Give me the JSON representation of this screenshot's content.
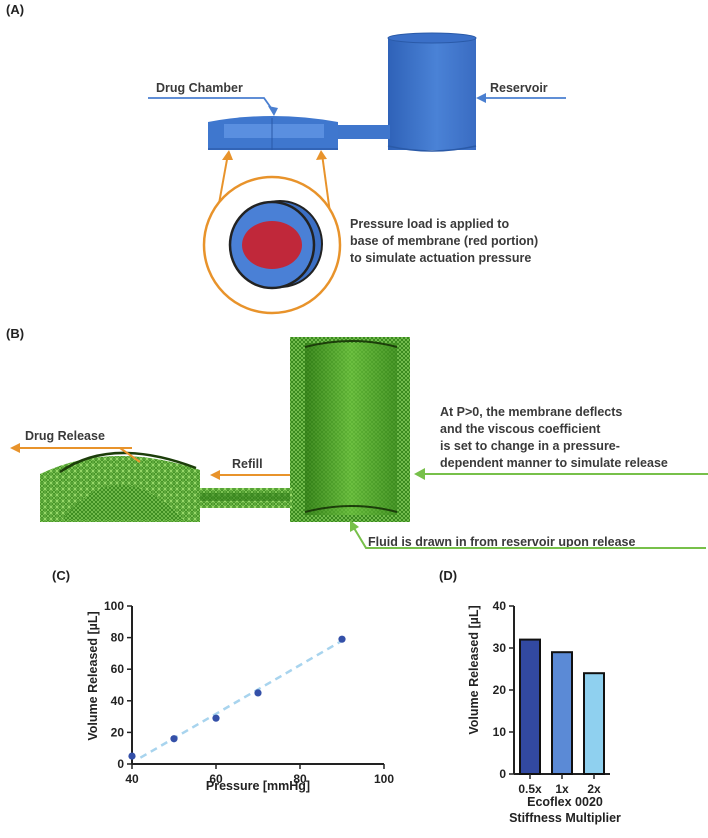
{
  "panels": {
    "a": {
      "label": "(A)",
      "drug_chamber_label": "Drug Chamber",
      "reservoir_label": "Reservoir",
      "pressure_note": [
        "Pressure load is applied to",
        "base of membrane (red portion)",
        "to simulate actuation pressure"
      ]
    },
    "b": {
      "label": "(B)",
      "drug_release_label": "Drug Release",
      "refill_label": "Refill",
      "membrane_note": [
        "At P>0, the membrane deflects",
        "and the viscous coefficient",
        "is set to change in a pressure-",
        "dependent manner to simulate release"
      ],
      "fluid_note": "Fluid is drawn in from reservoir upon release"
    },
    "c": {
      "label": "(C)"
    },
    "d": {
      "label": "(D)"
    }
  },
  "colors": {
    "model_blue": "#4a7fd0",
    "membrane_red": "#c0283a",
    "arrow_orange": "#e8932b",
    "arrow_blue": "#4a7fd0",
    "arrow_green": "#77c04a",
    "mesh_green": "#4a9a2a",
    "point_blue": "#3450a8",
    "fit_line": "#a8d4ee",
    "bar_colors": [
      "#3249a1",
      "#5b8ad6",
      "#8fd0ef"
    ]
  },
  "chart_data": [
    {
      "type": "scatter",
      "xlabel": "Pressure [mmHg]",
      "ylabel": "Volume Released [µL]",
      "xlim": [
        40,
        100
      ],
      "ylim": [
        0,
        100
      ],
      "xticks": [
        40,
        60,
        80,
        100
      ],
      "yticks": [
        0,
        20,
        40,
        60,
        80,
        100
      ],
      "x": [
        40,
        50,
        60,
        70,
        90
      ],
      "y": [
        5,
        16,
        29,
        45,
        79
      ],
      "fit_line": {
        "style": "dashed",
        "x": [
          42,
          90
        ],
        "y": [
          4,
          78
        ]
      },
      "grid": false
    },
    {
      "type": "bar",
      "xlabel": [
        "Ecoflex 0020",
        "Stiffness Multiplier"
      ],
      "ylabel": "Volume Released [µL]",
      "categories": [
        "0.5x",
        "1x",
        "2x"
      ],
      "values": [
        32,
        29,
        24
      ],
      "ylim": [
        0,
        40
      ],
      "yticks": [
        0,
        10,
        20,
        30,
        40
      ],
      "grid": false
    }
  ]
}
